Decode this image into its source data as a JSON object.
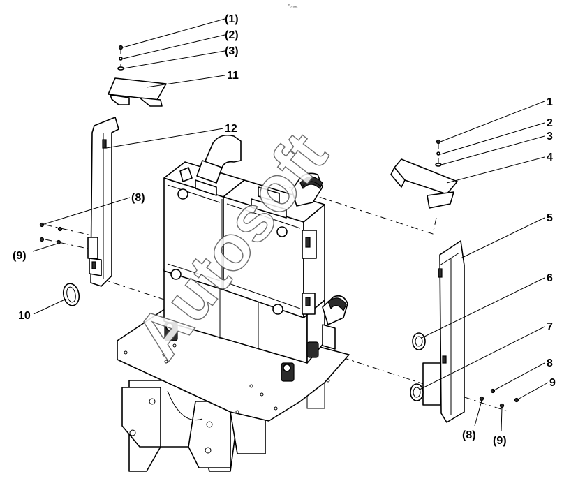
{
  "watermark": "Autosoft",
  "corner_mark": "ᵐ₀ ₐₐₐ",
  "callouts": {
    "top_1": "(1)",
    "top_2": "(2)",
    "top_3": "(3)",
    "top_11": "11",
    "top_12": "12",
    "right_1": "1",
    "right_2": "2",
    "right_3": "3",
    "right_4": "4",
    "right_5": "5",
    "right_6": "6",
    "right_7": "7",
    "right_8": "8",
    "right_9": "9",
    "bottom_8": "(8)",
    "bottom_9": "(9)",
    "left_8": "(8)",
    "left_9": "(9)",
    "left_10": "10"
  }
}
